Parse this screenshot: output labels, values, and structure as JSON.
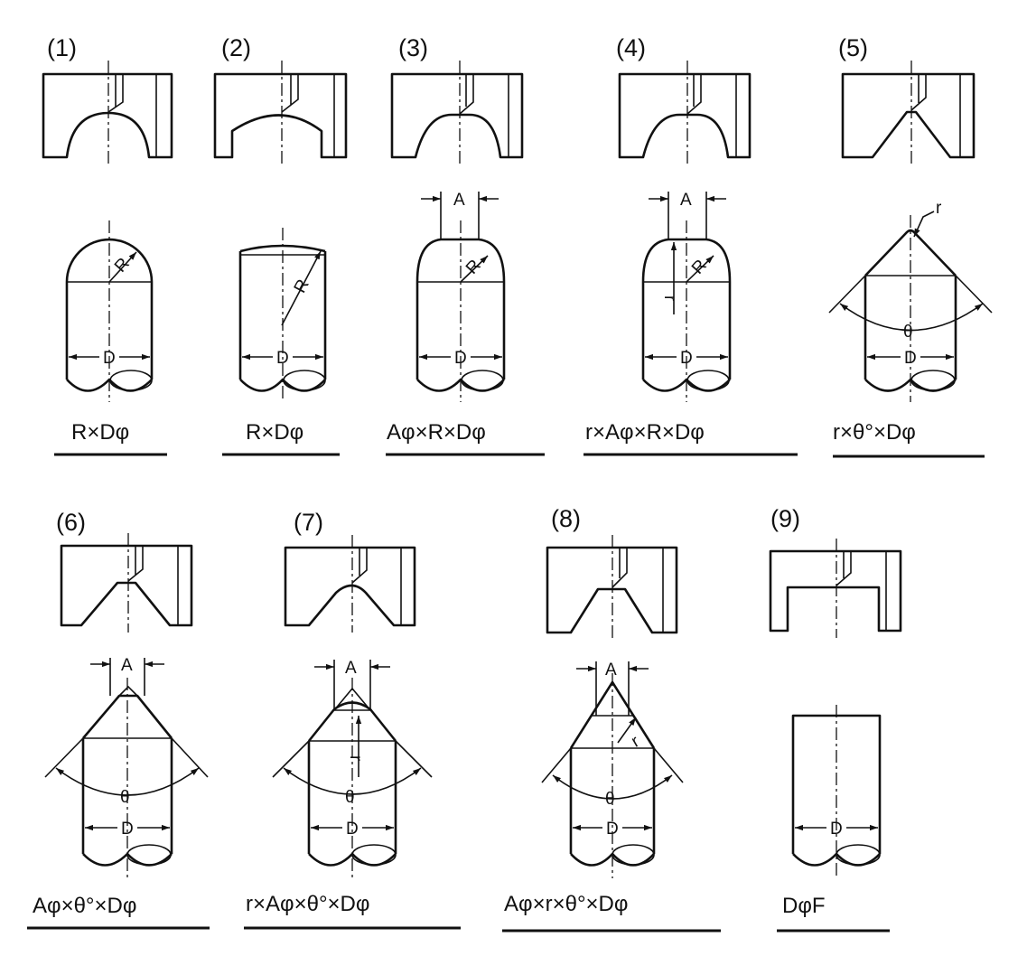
{
  "figures": [
    {
      "number": "(1)",
      "caption": "R×Dφ",
      "labels": [
        "R",
        "D"
      ]
    },
    {
      "number": "(2)",
      "caption": "R×Dφ",
      "labels": [
        "R",
        "D"
      ]
    },
    {
      "number": "(3)",
      "caption": "Aφ×R×Dφ",
      "labels": [
        "A",
        "R",
        "D"
      ]
    },
    {
      "number": "(4)",
      "caption": "r×Aφ×R×Dφ",
      "labels": [
        "A",
        "R",
        "r",
        "D"
      ]
    },
    {
      "number": "(5)",
      "caption": "r×θ°×Dφ",
      "labels": [
        "r",
        "θ",
        "D"
      ]
    },
    {
      "number": "(6)",
      "caption": "Aφ×θ°×Dφ",
      "labels": [
        "A",
        "θ",
        "D"
      ]
    },
    {
      "number": "(7)",
      "caption": "r×Aφ×θ°×Dφ",
      "labels": [
        "A",
        "r",
        "θ",
        "D"
      ]
    },
    {
      "number": "(8)",
      "caption": "Aφ×r×θ°×Dφ",
      "labels": [
        "A",
        "r",
        "θ",
        "D"
      ]
    },
    {
      "number": "(9)",
      "caption": "DφF",
      "labels": [
        "D"
      ]
    }
  ]
}
